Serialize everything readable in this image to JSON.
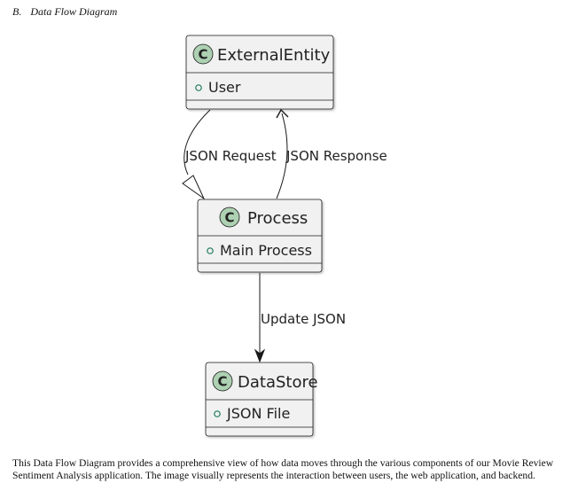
{
  "section": {
    "number": "B.",
    "title": "Data Flow Diagram"
  },
  "classes": {
    "external_entity": {
      "stereotype": "C",
      "name": "ExternalEntity",
      "attribute": "User"
    },
    "process": {
      "stereotype": "C",
      "name": "Process",
      "attribute": "Main Process"
    },
    "datastore": {
      "stereotype": "C",
      "name": "DataStore",
      "attribute": "JSON File"
    }
  },
  "edges": {
    "request": "JSON Request",
    "response": "JSON Response",
    "update": "Update JSON"
  },
  "caption": "This Data Flow Diagram provides a comprehensive view of how data moves through the various components of our Movie Review Sentiment Analysis application. The image visually represents the interaction between users, the web application, and backend.",
  "colors": {
    "class_fill": "#f1f1f1",
    "class_border": "#181818",
    "stereotype_fill": "#add1b2",
    "attribute_marker": "#1f7a5c"
  }
}
